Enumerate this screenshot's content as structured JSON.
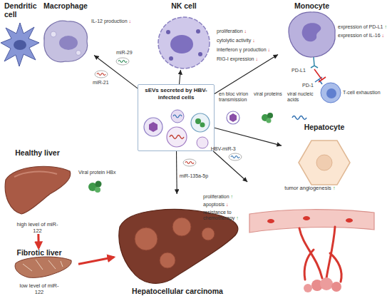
{
  "diagram": {
    "nodes": [
      {
        "text": [
          "Dendritic cell"
        ]
      },
      {
        "text": [
          "Macrophage"
        ]
      },
      {
        "text": [
          "NK cell"
        ]
      },
      {
        "text": [
          "Monocyte"
        ]
      },
      {
        "text": [
          "sEVs secreted by HBV-infected cells"
        ]
      },
      {
        "text": [
          "Hepatocyte"
        ]
      },
      {
        "text": [
          "Healthy liver",
          "high level of miR-122"
        ]
      },
      {
        "text": [
          "Fibrotic liver",
          "low level of miR-122"
        ]
      },
      {
        "text": [
          "Hepatocellular carcinoma"
        ]
      },
      {
        "text": [
          "tumor angiogenesis ↑"
        ]
      }
    ],
    "edges": [
      {
        "from": 4,
        "to": 1,
        "arrow": "to"
      },
      {
        "from": 4,
        "to": 2,
        "arrow": "to"
      },
      {
        "from": 4,
        "to": 3,
        "arrow": "to"
      },
      {
        "from": 4,
        "to": 5,
        "arrow": "to"
      },
      {
        "from": 4,
        "to": 8,
        "label": "miR-135a-5p",
        "arrow": "to"
      },
      {
        "from": 4,
        "to": 9,
        "label": "HBV-miR-3",
        "arrow": "to"
      },
      {
        "from": 6,
        "to": 7,
        "arrow": "to"
      },
      {
        "from": 7,
        "to": 8,
        "arrow": "to"
      }
    ],
    "labels": [
      "IL-12 production ↓",
      "miR-21",
      "miR-29",
      "proliferation ↓",
      "cytolytic activity ↓",
      "interferon γ production ↓",
      "RIG-I expression ↓",
      "expression of PD-L1 ↑",
      "expression of IL-16 ↓",
      "PD-L1",
      "PD-1",
      "T-cell exhaustion",
      "en bloc virion transmission",
      "viral proteins",
      "viral nucleic acids",
      "Viral protein HBx",
      "proliferation ↑",
      "apoptosis ↓",
      "resistance to chemotherapy ↑"
    ]
  }
}
